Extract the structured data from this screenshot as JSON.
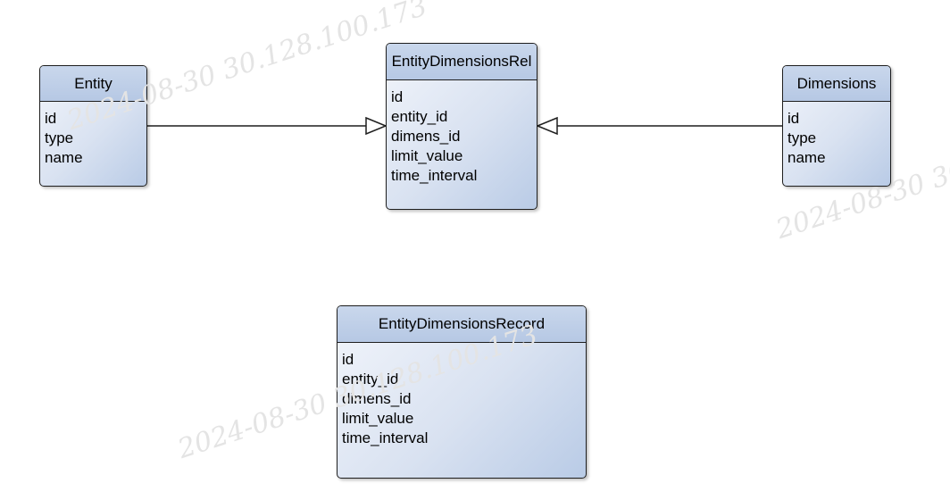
{
  "watermark_text": "2024-08-30 30.128.100.173",
  "entities": {
    "entity": {
      "name": "Entity",
      "attributes": [
        "id",
        "type",
        "name"
      ]
    },
    "rel": {
      "name": "EntityDimensionsRel",
      "attributes": [
        "id",
        "entity_id",
        "dimens_id",
        "limit_value",
        "time_interval"
      ]
    },
    "dimensions": {
      "name": "Dimensions",
      "attributes": [
        "id",
        "type",
        "name"
      ]
    },
    "record": {
      "name": "EntityDimensionsRecord",
      "attributes": [
        "id",
        "entity_id",
        "dimens_id",
        "limit_value",
        "time_interval"
      ]
    }
  },
  "relationships": [
    {
      "from": "Entity",
      "to": "EntityDimensionsRel",
      "type": "generalization"
    },
    {
      "from": "Dimensions",
      "to": "EntityDimensionsRel",
      "type": "generalization"
    }
  ],
  "colors": {
    "border": "#1e1e1e",
    "header": "#b6c8e4",
    "body_light": "#f2f5fb",
    "body_dark": "#b9cbe6",
    "watermark": "#e4e4e4"
  }
}
